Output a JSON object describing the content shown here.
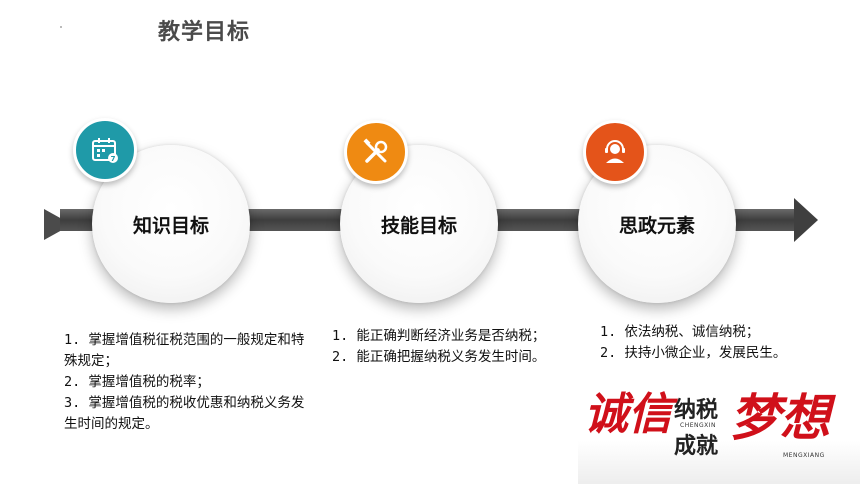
{
  "page": {
    "title": "教学目标"
  },
  "goals": [
    {
      "label": "知识目标",
      "icon": "calendar-icon",
      "color": "#1f9aa8",
      "items": [
        "1. 掌握增值税征税范围的一般规定和特殊规定；",
        "2. 掌握增值税的税率；",
        "3. 掌握增值税的税收优惠和纳税义务发生时间的规定。"
      ]
    },
    {
      "label": "技能目标",
      "icon": "tools-icon",
      "color": "#ef8a12",
      "items": [
        "1. 能正确判断经济业务是否纳税；",
        "2. 能正确把握纳税义务发生时间。"
      ]
    },
    {
      "label": "思政元素",
      "icon": "headset-user-icon",
      "color": "#e4541a",
      "items": [
        "1. 依法纳税、诚信纳税；",
        "2. 扶持小微企业，发展民生。"
      ]
    }
  ],
  "slogan": {
    "word1": "诚信",
    "word2": "纳税",
    "word3": "成就",
    "word4": "梦想",
    "latin1": "CHENGXIN",
    "latin2": "MENGXIANG"
  },
  "colors": {
    "arrow": "#4b4b4b",
    "slogan_red": "#d0101a"
  }
}
